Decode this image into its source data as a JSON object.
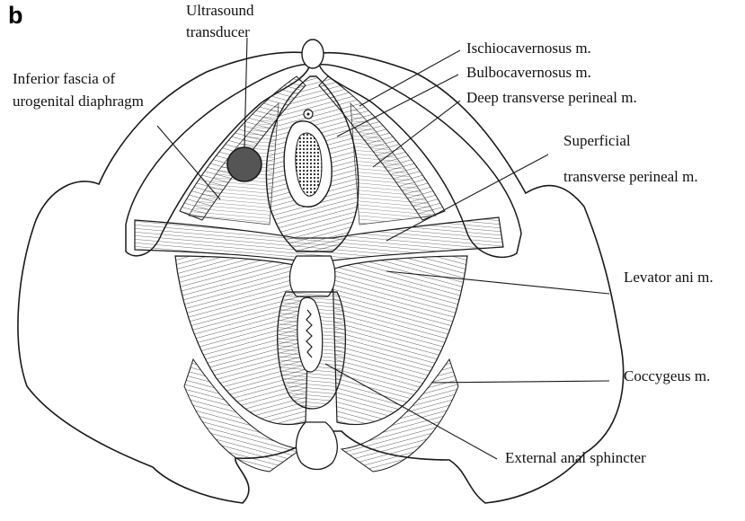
{
  "figure": {
    "panel_letter": "b",
    "labels": {
      "ultrasound_line1": "Ultrasound",
      "ultrasound_line2": "transducer",
      "inferior_fascia_line1": "Inferior fascia of",
      "inferior_fascia_line2": "urogenital diaphragm",
      "ischiocavernosus": "Ischiocavernosus m.",
      "bulbocavernosus": "Bulbocavernosus m.",
      "deep_transverse": "Deep transverse perineal m.",
      "superficial_line1": "Superficial",
      "superficial_line2": "transverse perineal m.",
      "levator_ani": "Levator ani m.",
      "coccygeus": "Coccygeus m.",
      "external_anal_sphincter": "External anal sphincter"
    },
    "transducer_color": "#555555",
    "ink_color": "#1a1a1a"
  }
}
